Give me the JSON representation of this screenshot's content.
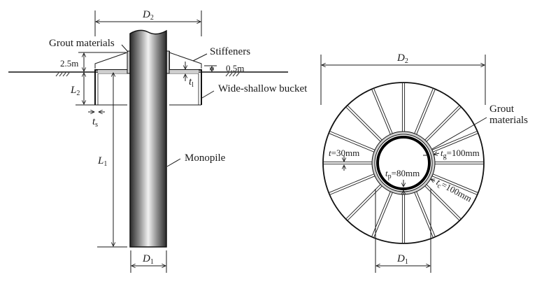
{
  "figure": {
    "elevation_view": {
      "labels": {
        "grout": "Grout materials",
        "stiffeners": "Stiffeners",
        "bucket": "Wide-shallow bucket",
        "monopile": "Monopile"
      },
      "dimensions": {
        "D2": {
          "sym": "D",
          "sub": "2"
        },
        "D1": {
          "sym": "D",
          "sub": "1"
        },
        "L1": {
          "sym": "L",
          "sub": "1"
        },
        "L2": {
          "sym": "L",
          "sub": "2"
        },
        "ts": {
          "sym": "t",
          "sub": "s"
        },
        "tl": {
          "sym": "t",
          "sub": "l"
        },
        "height_above_ground": "2.5m",
        "stiffener_edge": "0.5m"
      }
    },
    "plan_view": {
      "labels": {
        "grout": "Grout",
        "grout2": "materials"
      },
      "stiffener_count": 16,
      "dimensions": {
        "D2": {
          "sym": "D",
          "sub": "2"
        },
        "D1": {
          "sym": "D",
          "sub": "1"
        },
        "t": {
          "sym": "t",
          "val": "=30mm"
        },
        "tg": {
          "sym": "t",
          "sub": "g",
          "val": "=100mm"
        },
        "tp": {
          "sym": "t",
          "sub": "p",
          "val": "=80mm"
        },
        "tc": {
          "sym": "t",
          "sub": "c",
          "val": "=100mm"
        }
      }
    }
  }
}
